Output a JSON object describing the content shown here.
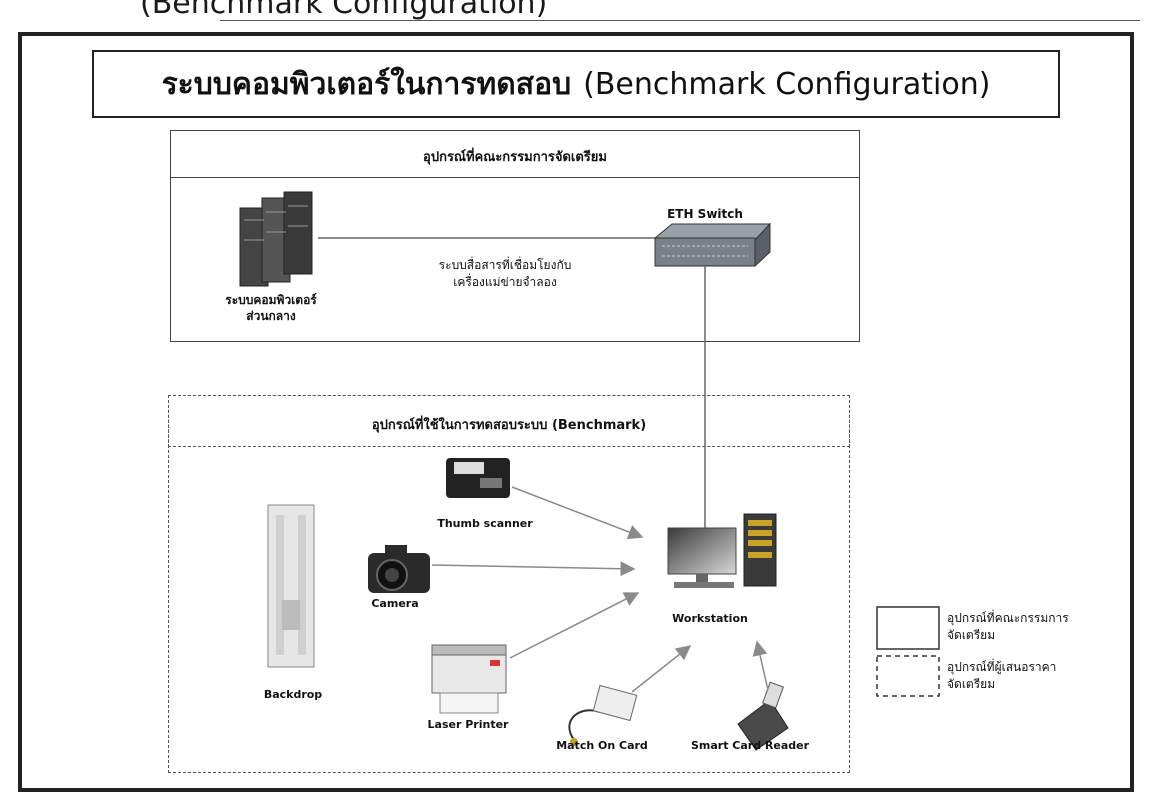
{
  "page": {
    "top_caption": "(Benchmark Configuration)"
  },
  "title": {
    "thai": "ระบบคอมพิวเตอร์ในการทดสอบ",
    "english": "(Benchmark Configuration)"
  },
  "committee_panel": {
    "header": "อุปกรณ์ที่คณะกรรมการจัดเตรียม",
    "server_label_line1": "ระบบคอมพิวเตอร์",
    "server_label_line2": "ส่วนกลาง",
    "switch_label": "ETH Switch",
    "link_label_line1": "ระบบสื่อสารที่เชื่อมโยงกับ",
    "link_label_line2": "เครื่องแม่ข่ายจำลอง"
  },
  "benchmark_panel": {
    "header": "อุปกรณ์ที่ใช้ในการทดสอบระบบ (Benchmark)",
    "devices": {
      "thumb_scanner": "Thumb scanner",
      "camera": "Camera",
      "backdrop": "Backdrop",
      "laser_printer": "Laser Printer",
      "match_on_card": "Match On Card",
      "smart_card_reader": "Smart Card Reader",
      "workstation": "Workstation"
    }
  },
  "legend": {
    "solid_line1": "อุปกรณ์ที่คณะกรรมการ",
    "solid_line2": "จัดเตรียม",
    "dashed_line1": "อุปกรณ์ที่ผู้เสนอราคา",
    "dashed_line2": "จัดเตรียม"
  },
  "colors": {
    "frame": "#222222",
    "arrow": "#8a8a8a",
    "connector": "#666666"
  }
}
